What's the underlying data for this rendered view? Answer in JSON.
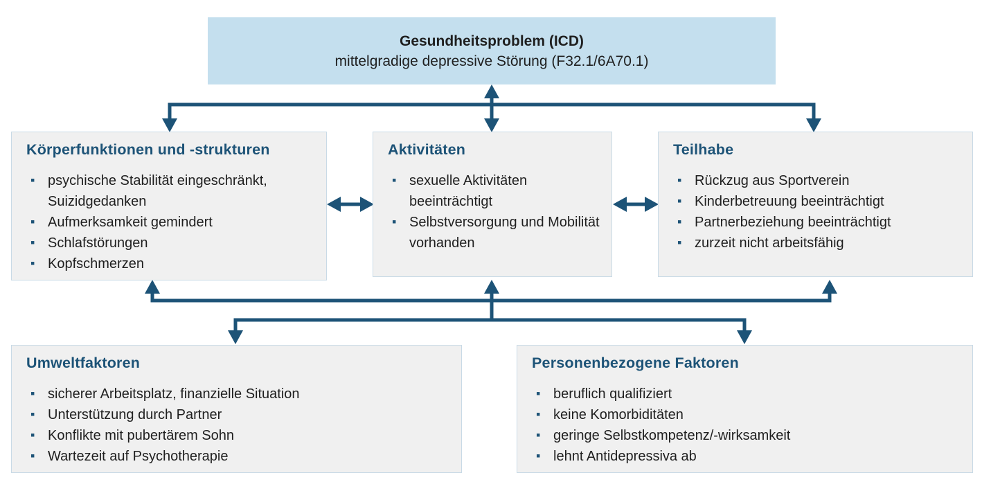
{
  "colors": {
    "accent": "#1d5377",
    "arrow": "#1d5377",
    "top_box_fill": "#c4dfee",
    "card_fill": "#f0f0f0",
    "card_border": "#c9dae6",
    "text": "#1f1f1f"
  },
  "health_problem": {
    "title": "Gesundheitsproblem (ICD)",
    "subtitle": "mittelgradige depressive Störung (F32.1/6A70.1)"
  },
  "boxes": {
    "body_functions": {
      "title": "Körperfunktionen und -strukturen",
      "items": [
        "psychische Stabilität eingeschränkt, Suizidgedanken",
        "Aufmerksamkeit gemindert",
        "Schlafstörungen",
        "Kopfschmerzen"
      ]
    },
    "activities": {
      "title": "Aktivitäten",
      "items": [
        "sexuelle Aktivitäten beeinträchtigt",
        "Selbstversorgung und Mobilität vorhanden"
      ]
    },
    "participation": {
      "title": "Teilhabe",
      "items": [
        "Rückzug aus Sportverein",
        "Kinderbetreuung beeinträchtigt",
        "Partnerbeziehung beeinträchtigt",
        "zurzeit nicht arbeitsfähig"
      ]
    },
    "environmental_factors": {
      "title": "Umweltfaktoren",
      "items": [
        "sicherer Arbeitsplatz, finanzielle Situation",
        "Unterstützung durch Partner",
        "Konflikte mit pubertärem Sohn",
        "Wartezeit auf Psychotherapie"
      ]
    },
    "personal_factors": {
      "title": "Personenbezogene Faktoren",
      "items": [
        "beruflich qualifiziert",
        "keine Komorbiditäten",
        "geringe Selbstkompetenz/-wirksamkeit",
        "lehnt Antidepressiva ab"
      ]
    }
  }
}
